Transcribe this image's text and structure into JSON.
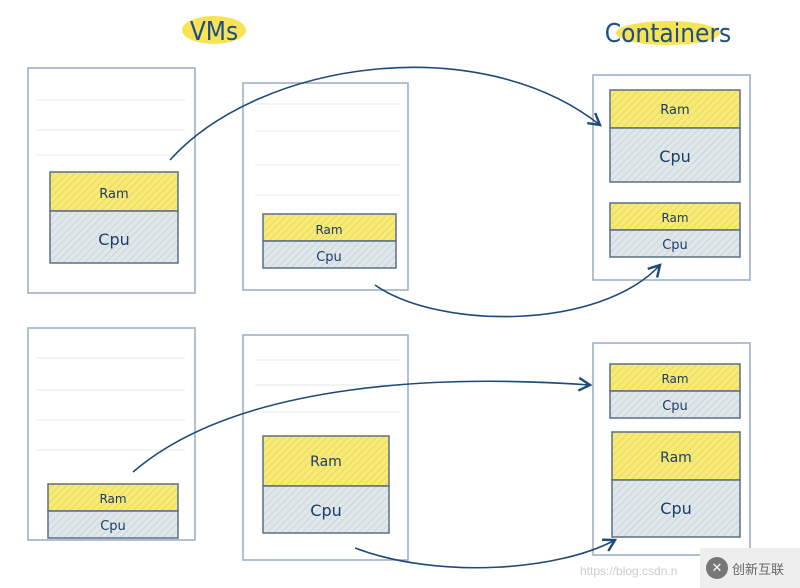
{
  "titles": {
    "vms": "VMs",
    "containers": "Containers"
  },
  "labels": {
    "ram": "Ram",
    "cpu": "Cpu"
  },
  "colors": {
    "ram": "#f3e66b",
    "cpu": "#d4e0e4",
    "arrow": "#1d4a78",
    "highlight": "#f6dc2c"
  },
  "watermark": {
    "url": "https://blog.csdn.n",
    "brand": "创新互联"
  }
}
